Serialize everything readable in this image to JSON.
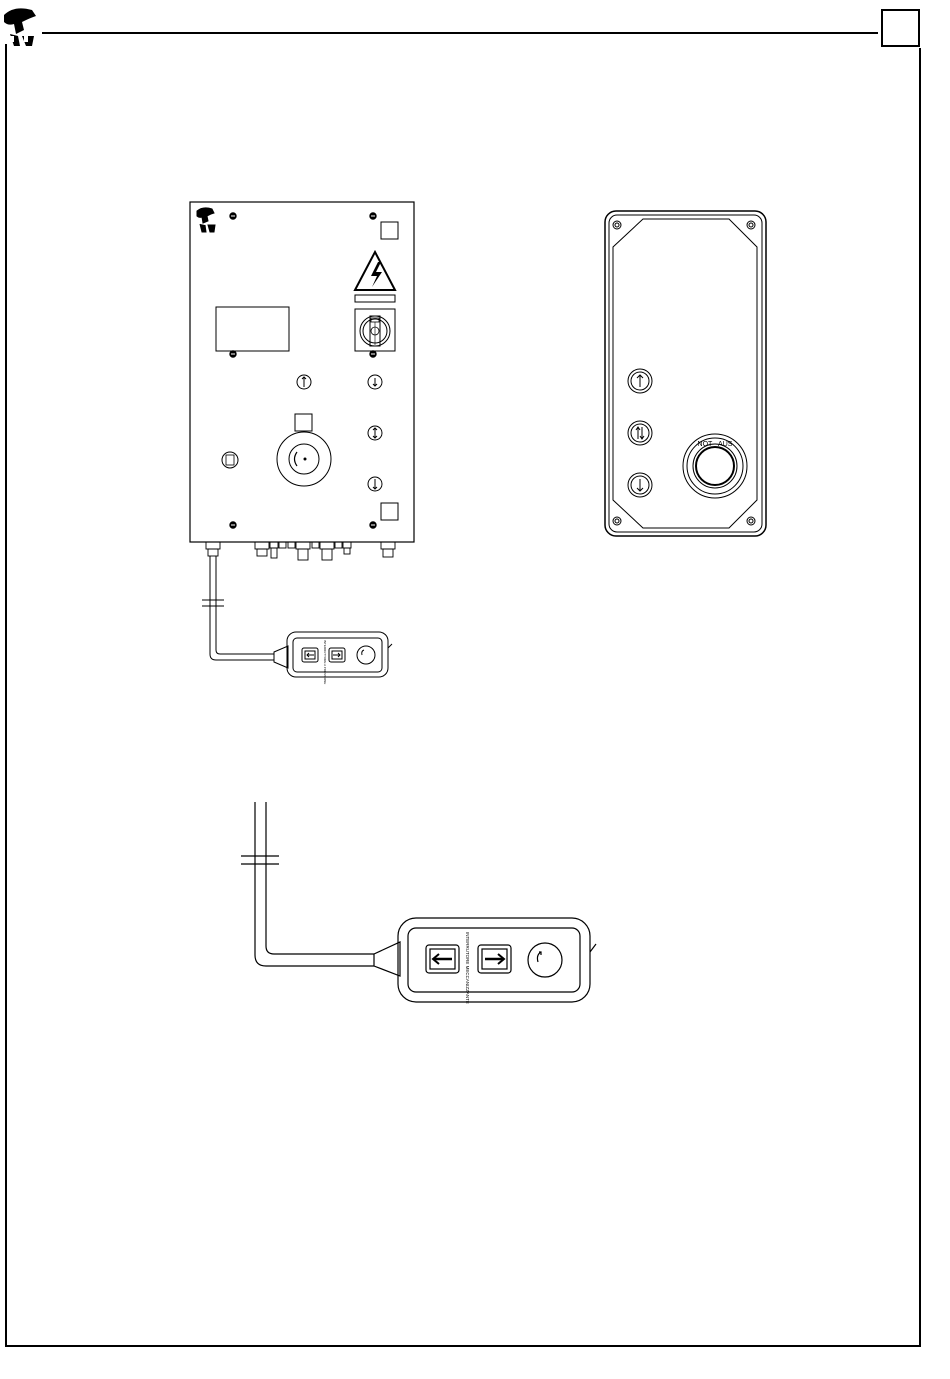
{
  "page": {
    "logo": "company-logo-icon",
    "page_box_icon": "blank-square-box"
  },
  "control_cabinet": {
    "logo": "company-logo-icon",
    "icons": [
      "screw-icon",
      "blank-label-icon",
      "high-voltage-warning-icon",
      "main-switch-icon",
      "display-window-icon",
      "pushbutton-icon",
      "cable-gland-icon"
    ]
  },
  "wall_panel": {
    "emergency_stop_label": "NOT - AUS",
    "icons": [
      "up-arrow-button-icon",
      "up-down-arrow-button-icon",
      "down-arrow-button-icon",
      "emergency-stop-button-icon"
    ]
  },
  "pendant_small": {
    "vertical_label": "INTERRUTTORE A PRESSIONE"
  },
  "pendant_large": {
    "vertical_label": "INTERRUTORE MECCANIZZANTE",
    "icons": [
      "left-arrow-button-icon",
      "right-arrow-button-icon",
      "rotary-knob-icon"
    ]
  },
  "colors": {
    "line": "#000000",
    "background": "#ffffff"
  }
}
